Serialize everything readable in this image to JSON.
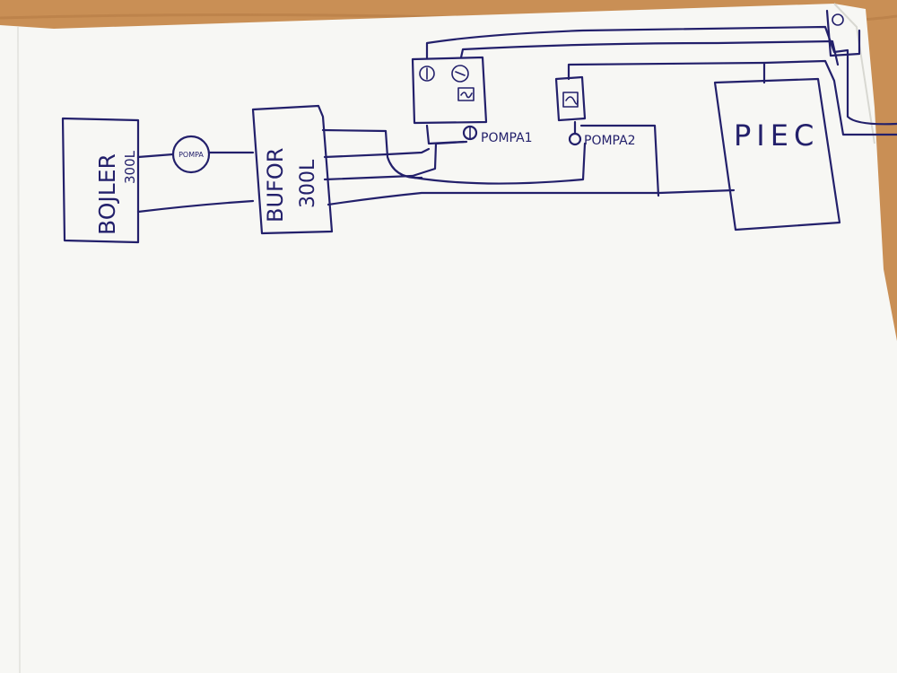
{
  "paper_color": "#f7f7f4",
  "ink_color": "#23206b",
  "wood_color": "#c98f55",
  "labels": {
    "boiler": "BOJLER",
    "boiler_capacity": "300L",
    "boiler_pump": "POMPA",
    "buffer": "BUFOR",
    "buffer_capacity": "300L",
    "pump1": "POMPA1",
    "pump2": "POMPA2",
    "furnace": "PIEC"
  }
}
